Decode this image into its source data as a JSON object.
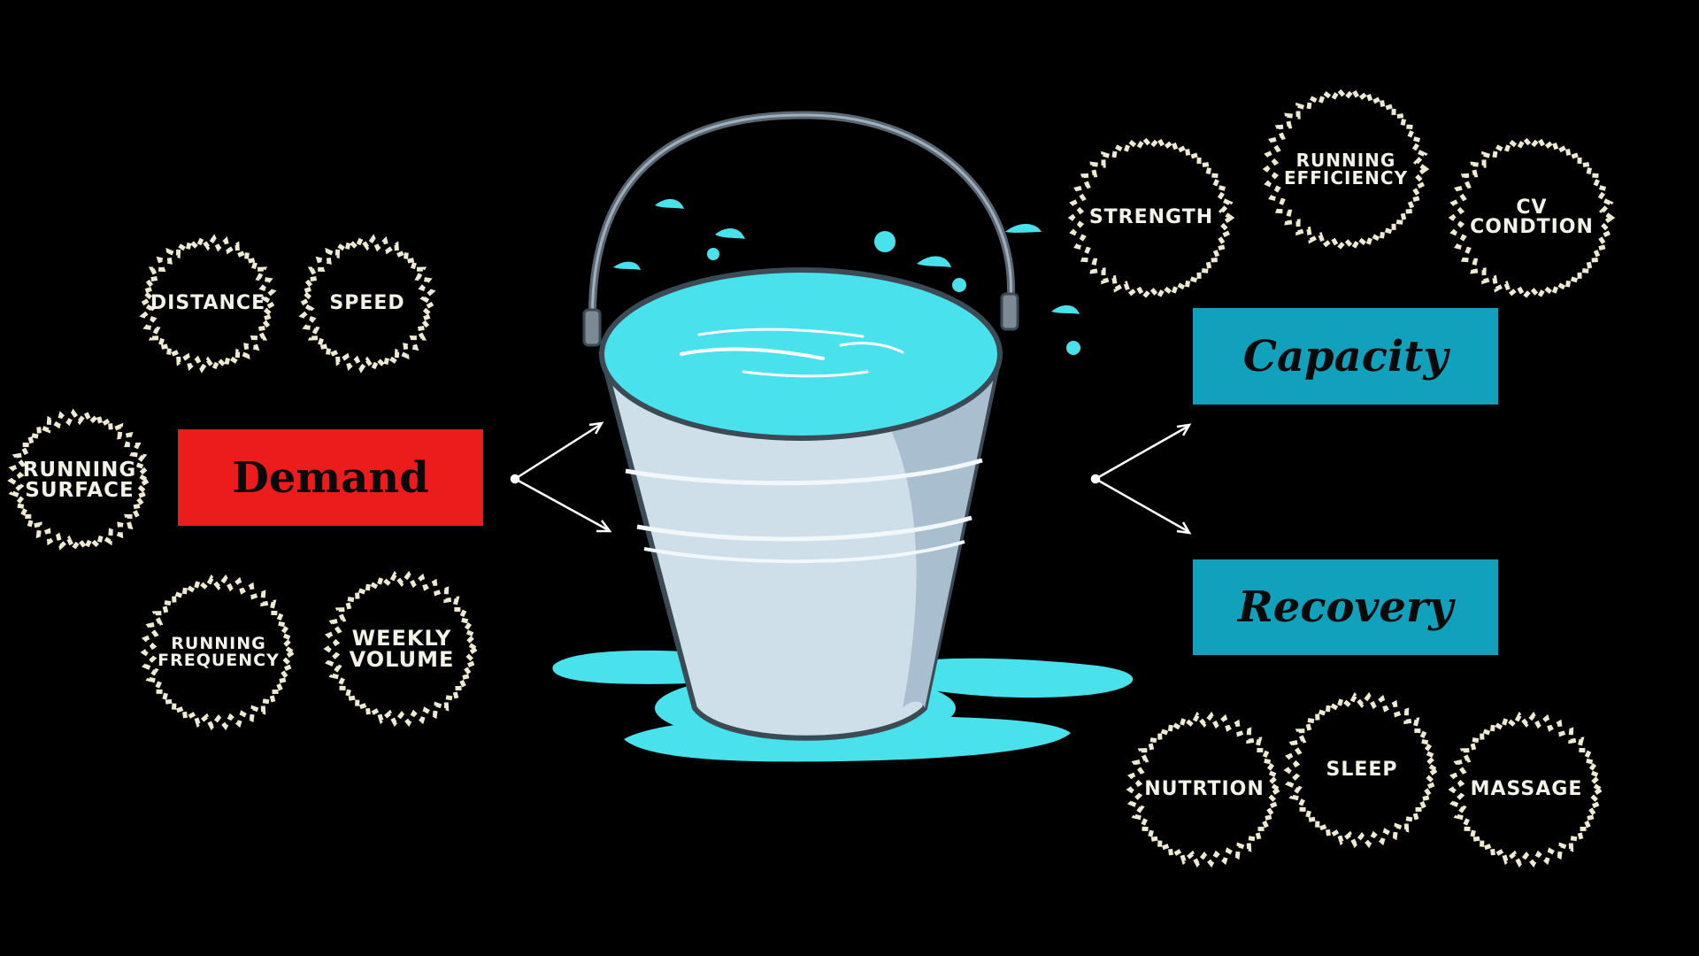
{
  "colors": {
    "background": "#000000",
    "demand_box": "#ed1c1c",
    "capacity_box": "#11a1bd",
    "recovery_box": "#11a1bd",
    "ring": "#efe9d2",
    "water": "#49e1ec",
    "bucket": "#cfdfea"
  },
  "labels": {
    "demand": "Demand",
    "capacity": "Capacity",
    "recovery": "Recovery"
  },
  "demand_factors": {
    "distance": "DISTANCE",
    "speed": "SPEED",
    "running_surface": "RUNNING\nSURFACE",
    "running_frequency": "RUNNING\nFREQUENCY",
    "weekly_volume": "WEEKLY\nVOLUME"
  },
  "capacity_factors": {
    "strength": "STRENGTH",
    "running_efficiency": "RUNNING\nEFFICIENCY",
    "cv_condition": "CV\nCONDTION"
  },
  "recovery_factors": {
    "nutrition": "NUTRTION",
    "sleep": "SLEEP",
    "massage": "MASSAGE"
  }
}
